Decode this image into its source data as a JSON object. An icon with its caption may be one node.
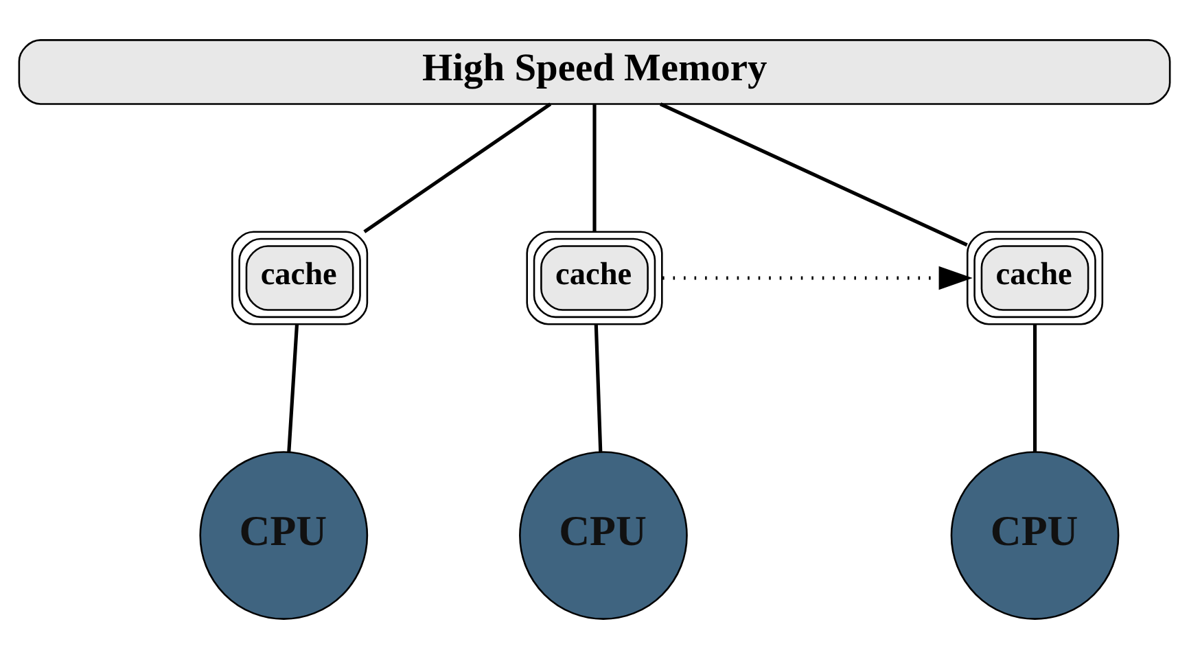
{
  "diagram": {
    "nodes": [
      {
        "text": [
          "High Speed Memory"
        ]
      },
      {
        "text": [
          "cache"
        ]
      },
      {
        "text": [
          "cache"
        ]
      },
      {
        "text": [
          "cache"
        ]
      },
      {
        "text": [
          "CPU"
        ]
      },
      {
        "text": [
          "CPU"
        ]
      },
      {
        "text": [
          "CPU"
        ]
      }
    ],
    "edges": [
      {
        "from": 0,
        "to": 1,
        "arrow": "none"
      },
      {
        "from": 0,
        "to": 2,
        "arrow": "none"
      },
      {
        "from": 0,
        "to": 3,
        "arrow": "none"
      },
      {
        "from": 1,
        "to": 4,
        "arrow": "none"
      },
      {
        "from": 2,
        "to": 5,
        "arrow": "none"
      },
      {
        "from": 3,
        "to": 6,
        "arrow": "none"
      },
      {
        "from": 2,
        "to": 3,
        "arrow": "to",
        "style": "dashed"
      }
    ]
  }
}
